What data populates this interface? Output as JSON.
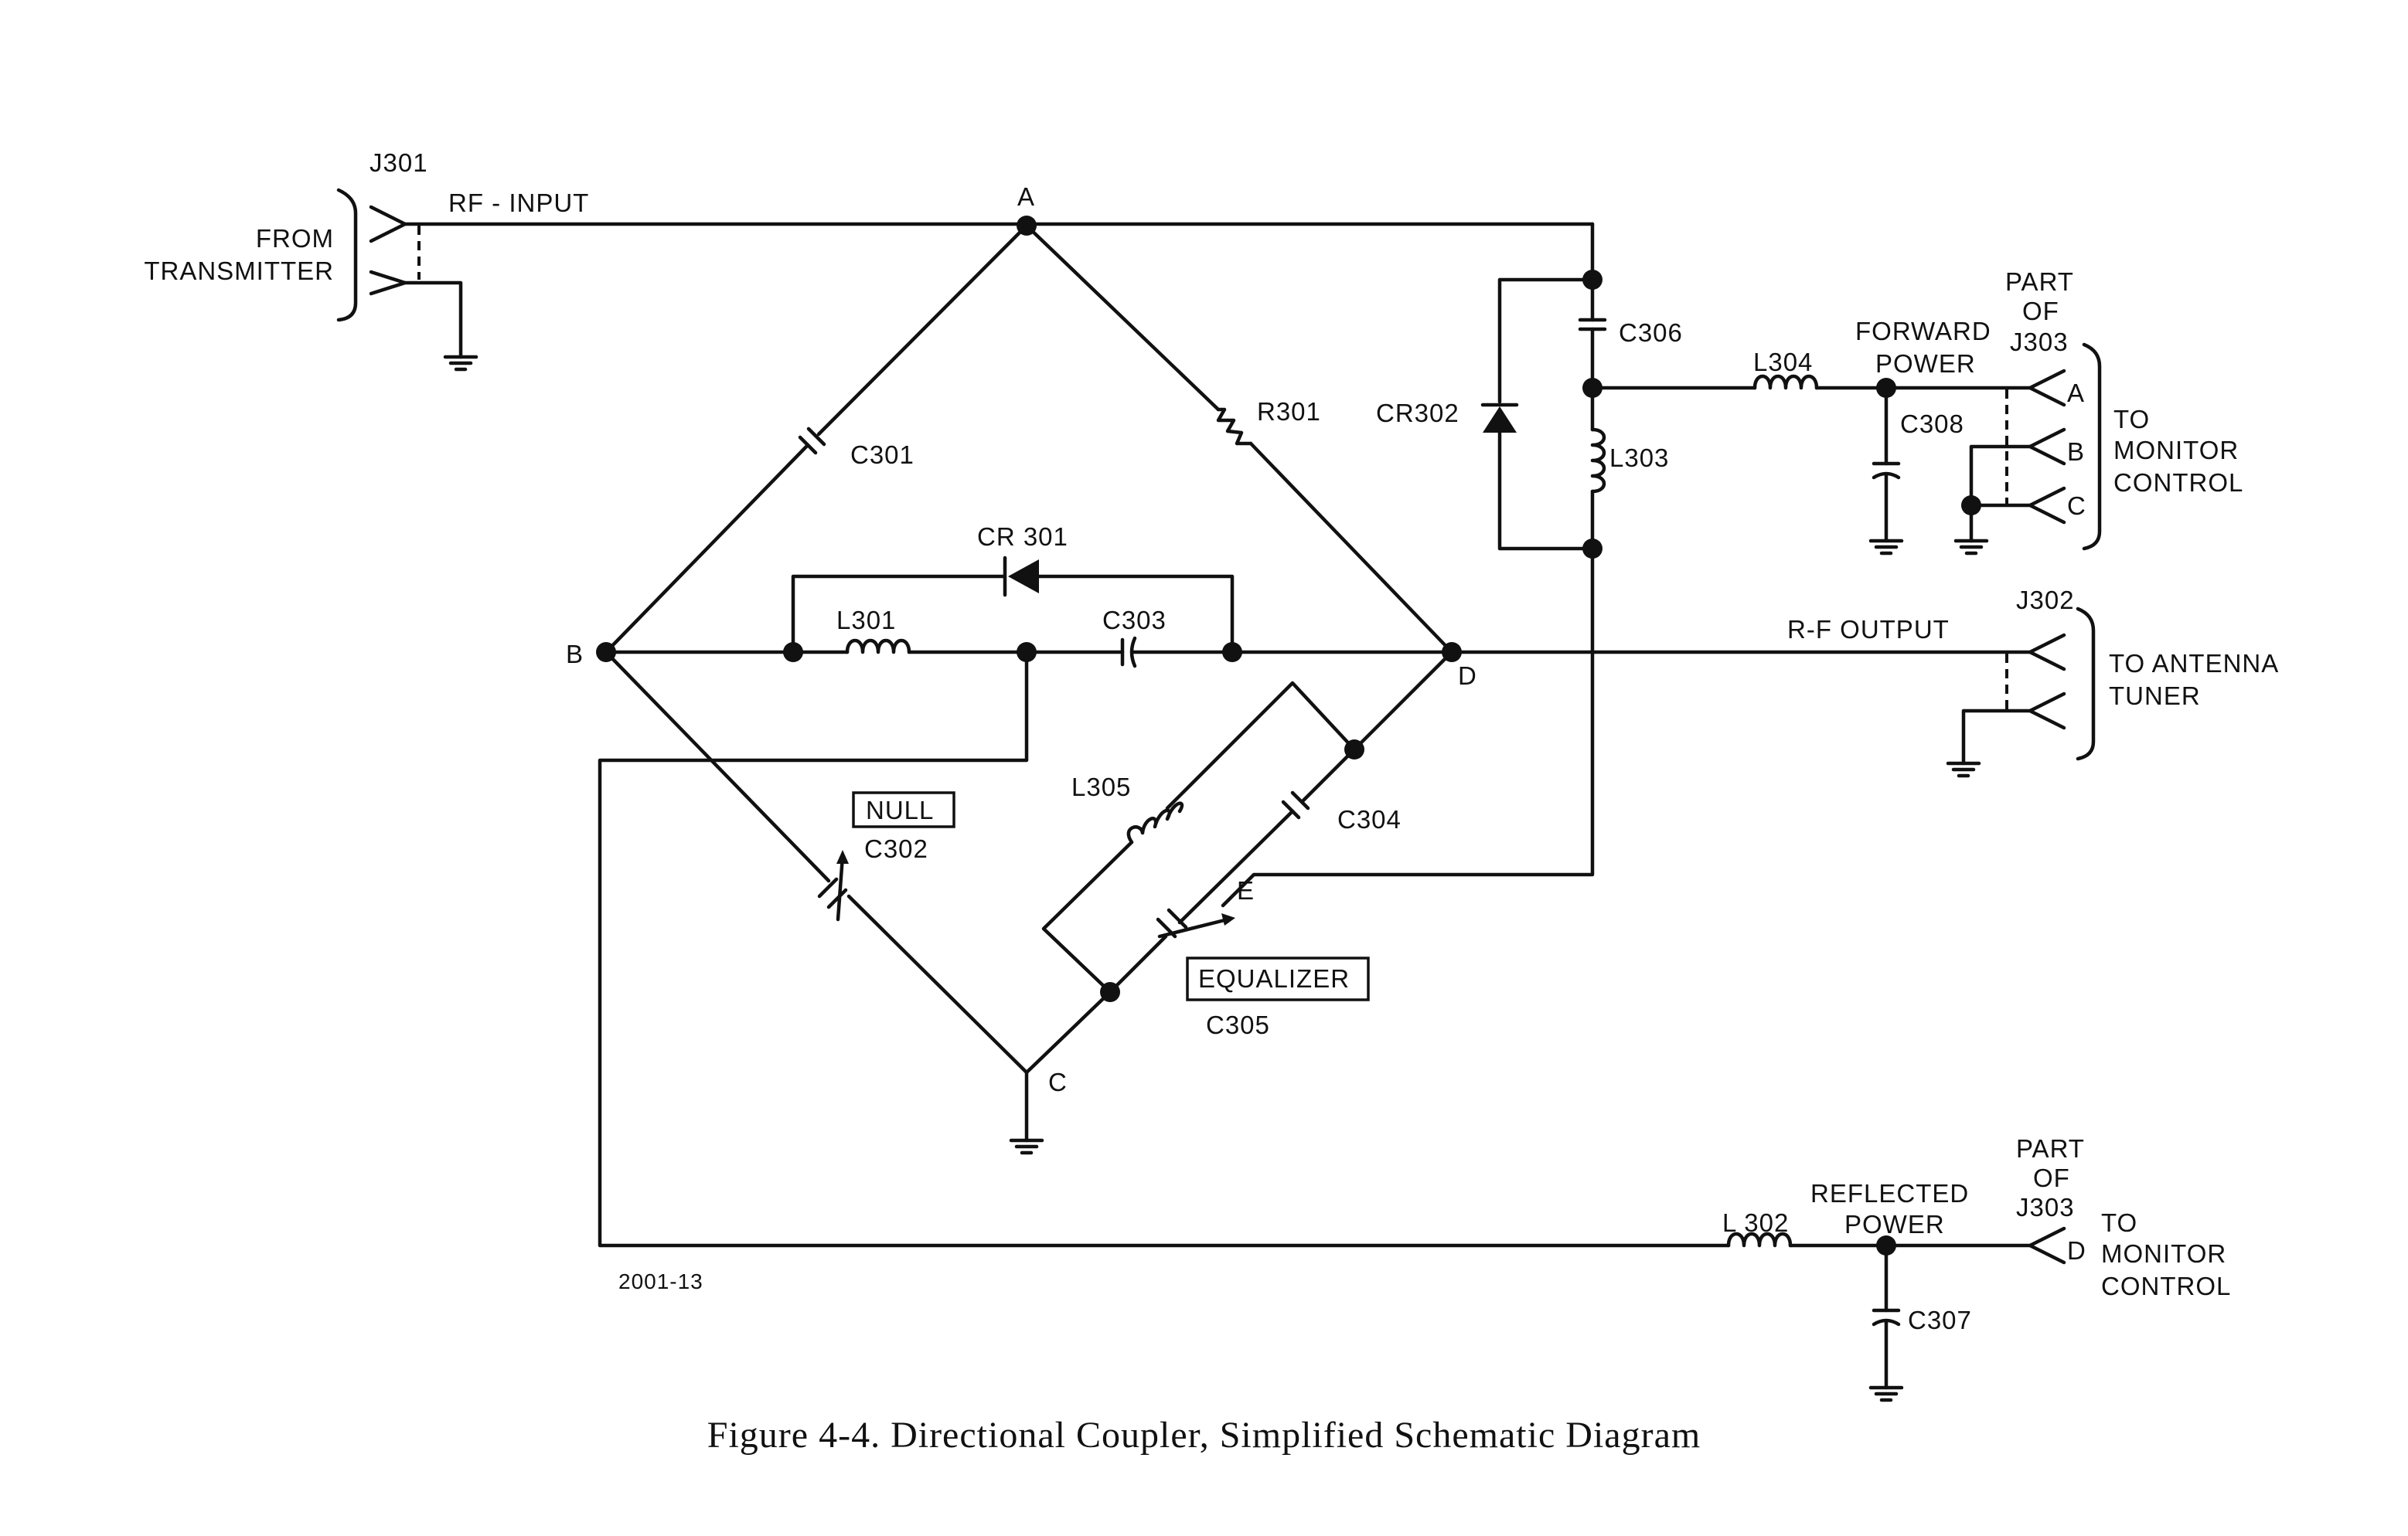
{
  "figure": {
    "caption": "Figure 4-4.  Directional Coupler, Simplified Schematic Diagram",
    "drawing_number": "2001-13"
  },
  "connectors": {
    "j301": {
      "ref": "J301",
      "label": "RF - INPUT",
      "from_line1": "FROM",
      "from_line2": "TRANSMITTER"
    },
    "j302": {
      "ref": "J302",
      "label": "R-F OUTPUT",
      "to_line1": "TO ANTENNA",
      "to_line2": "TUNER"
    },
    "j303_forward": {
      "part_line1": "PART",
      "part_line2": "OF",
      "part_line3": "J303",
      "pin_a": "A",
      "pin_b": "B",
      "pin_c": "C",
      "to_line1": "TO",
      "to_line2": "MONITOR",
      "to_line3": "CONTROL"
    },
    "j303_reflected": {
      "part_line1": "PART",
      "part_line2": "OF",
      "part_line3": "J303",
      "pin_d": "D",
      "to_line1": "TO",
      "to_line2": "MONITOR",
      "to_line3": "CONTROL"
    }
  },
  "nodes": {
    "a": "A",
    "b": "B",
    "c": "C",
    "d": "D",
    "e": "E"
  },
  "components": {
    "c301": "C301",
    "c302": "C302",
    "c303": "C303",
    "c304": "C304",
    "c305": "C305",
    "c306": "C306",
    "c307": "C307",
    "c308": "C308",
    "r301": "R301",
    "cr301": "CR 301",
    "cr302": "CR302",
    "l301": "L301",
    "l302": "L 302",
    "l303": "L303",
    "l304": "L304",
    "l305": "L305"
  },
  "annotations": {
    "null_box": "NULL",
    "equalizer_box": "EQUALIZER",
    "forward_line1": "FORWARD",
    "forward_line2": "POWER",
    "reflected_line1": "REFLECTED",
    "reflected_line2": "POWER"
  }
}
